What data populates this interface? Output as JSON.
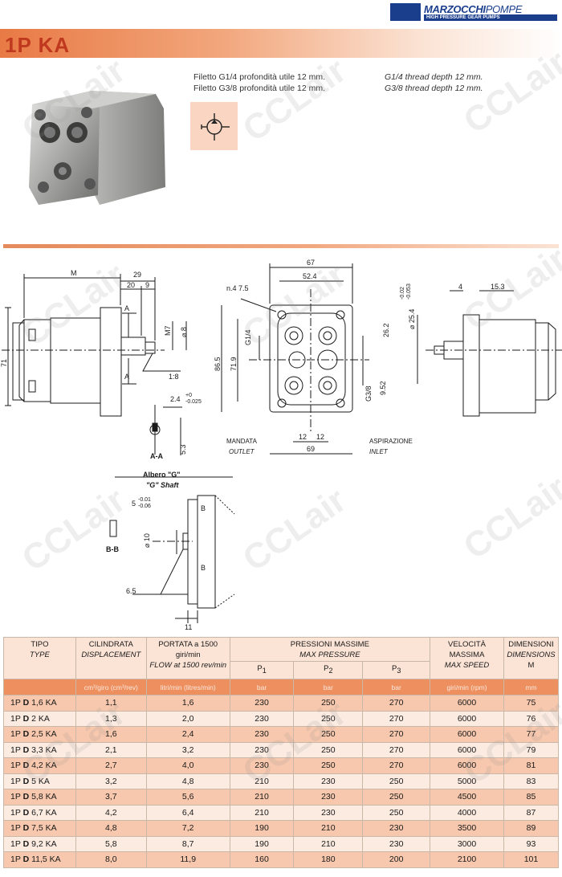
{
  "brand": {
    "name": "MARZOCCHI",
    "name_suffix": "POMPE",
    "tagline": "HIGH PRESSURE GEAR PUMPS"
  },
  "title": "1P KA",
  "thread_notes": {
    "italian": [
      "Filetto G1/4 profondità utile 12 mm.",
      "Filetto G3/8 profondità utile 12 mm."
    ],
    "english": [
      "G1/4 thread depth 12 mm.",
      "G3/8 thread depth 12 mm."
    ]
  },
  "watermark": "CCLair",
  "drawing": {
    "side": {
      "m": "M",
      "d29": "29",
      "d20": "20",
      "d9": "9",
      "a_top": "A",
      "a_bottom": "A",
      "m7": "M7",
      "phi8": "⌀ 8",
      "taper": "1:8",
      "d71": "71"
    },
    "section_aa": {
      "d24": "2.4",
      "tol_up": "+0",
      "tol_down": "-0.025",
      "d53": "5.3",
      "label": "A-A"
    },
    "front": {
      "d67": "67",
      "d524": "52.4",
      "holes": "n.4  7.5",
      "d865": "86.5",
      "d719": "71.9",
      "g14": "G1/4",
      "d262": "26.2",
      "g38": "G3/8",
      "d952": "9.52",
      "d12a": "12",
      "d12b": "12",
      "d69": "69",
      "outlet_it": "MANDATA",
      "outlet_en": "OUTLET",
      "inlet_it": "ASPIRAZIONE",
      "inlet_en": "INLET"
    },
    "right": {
      "d254": "⌀ 25.4",
      "tol_a": "-0.02",
      "tol_b": "-0.053",
      "d4": "4",
      "d153": "15.3"
    },
    "shaft_g": {
      "title_it": "Albero \"G\"",
      "title_en": "\"G\" Shaft",
      "d5": "5",
      "tol_a": "-0.01",
      "tol_b": "-0.06",
      "bb": "B-B",
      "b_top": "B",
      "b_bottom": "B",
      "phi10": "⌀ 10",
      "d65": "6.5",
      "d11": "11"
    }
  },
  "table": {
    "headers": {
      "tipo": {
        "it": "TIPO",
        "en": "TYPE"
      },
      "displacement": {
        "it": "CILINDRATA",
        "en": "DISPLACEMENT"
      },
      "flow": {
        "it": "PORTATA a 1500 giri/min",
        "en": "FLOW at 1500 rev/min"
      },
      "pressure": {
        "it": "PRESSIONI MASSIME",
        "en": "MAX PRESSURE"
      },
      "p1": "P",
      "p1_sub": "1",
      "p2": "P",
      "p2_sub": "2",
      "p3": "P",
      "p3_sub": "3",
      "speed": {
        "it": "VELOCITÀ MASSIMA",
        "en": "MAX SPEED"
      },
      "dimensions": {
        "it": "DIMENSIONI",
        "en": "DIMENSIONS",
        "sym": "M"
      }
    },
    "units": [
      "cm³/giro (cm³/rev)",
      "litri/min (litres/min)",
      "bar",
      "bar",
      "bar",
      "giri/min (rpm)",
      "mm"
    ],
    "rows": [
      {
        "prefix": "1P",
        "mid": "D",
        "suffix": "1,6 KA",
        "disp": "1,1",
        "flow": "1,6",
        "p1": "230",
        "p2": "250",
        "p3": "270",
        "speed": "6000",
        "m": "75"
      },
      {
        "prefix": "1P",
        "mid": "D",
        "suffix": "2 KA",
        "disp": "1,3",
        "flow": "2,0",
        "p1": "230",
        "p2": "250",
        "p3": "270",
        "speed": "6000",
        "m": "76"
      },
      {
        "prefix": "1P",
        "mid": "D",
        "suffix": "2,5 KA",
        "disp": "1,6",
        "flow": "2,4",
        "p1": "230",
        "p2": "250",
        "p3": "270",
        "speed": "6000",
        "m": "77"
      },
      {
        "prefix": "1P",
        "mid": "D",
        "suffix": "3,3 KA",
        "disp": "2,1",
        "flow": "3,2",
        "p1": "230",
        "p2": "250",
        "p3": "270",
        "speed": "6000",
        "m": "79"
      },
      {
        "prefix": "1P",
        "mid": "D",
        "suffix": "4,2 KA",
        "disp": "2,7",
        "flow": "4,0",
        "p1": "230",
        "p2": "250",
        "p3": "270",
        "speed": "6000",
        "m": "81"
      },
      {
        "prefix": "1P",
        "mid": "D",
        "suffix": "5 KA",
        "disp": "3,2",
        "flow": "4,8",
        "p1": "210",
        "p2": "230",
        "p3": "250",
        "speed": "5000",
        "m": "83"
      },
      {
        "prefix": "1P",
        "mid": "D",
        "suffix": "5,8 KA",
        "disp": "3,7",
        "flow": "5,6",
        "p1": "210",
        "p2": "230",
        "p3": "250",
        "speed": "4500",
        "m": "85"
      },
      {
        "prefix": "1P",
        "mid": "D",
        "suffix": "6,7 KA",
        "disp": "4,2",
        "flow": "6,4",
        "p1": "210",
        "p2": "230",
        "p3": "250",
        "speed": "4000",
        "m": "87"
      },
      {
        "prefix": "1P",
        "mid": "D",
        "suffix": "7,5 KA",
        "disp": "4,8",
        "flow": "7,2",
        "p1": "190",
        "p2": "210",
        "p3": "230",
        "speed": "3500",
        "m": "89"
      },
      {
        "prefix": "1P",
        "mid": "D",
        "suffix": "9,2 KA",
        "disp": "5,8",
        "flow": "8,7",
        "p1": "190",
        "p2": "210",
        "p3": "230",
        "speed": "3000",
        "m": "93"
      },
      {
        "prefix": "1P",
        "mid": "D",
        "suffix": "11,5 KA",
        "disp": "8,0",
        "flow": "11,9",
        "p1": "160",
        "p2": "180",
        "p3": "200",
        "speed": "2100",
        "m": "101"
      }
    ]
  }
}
